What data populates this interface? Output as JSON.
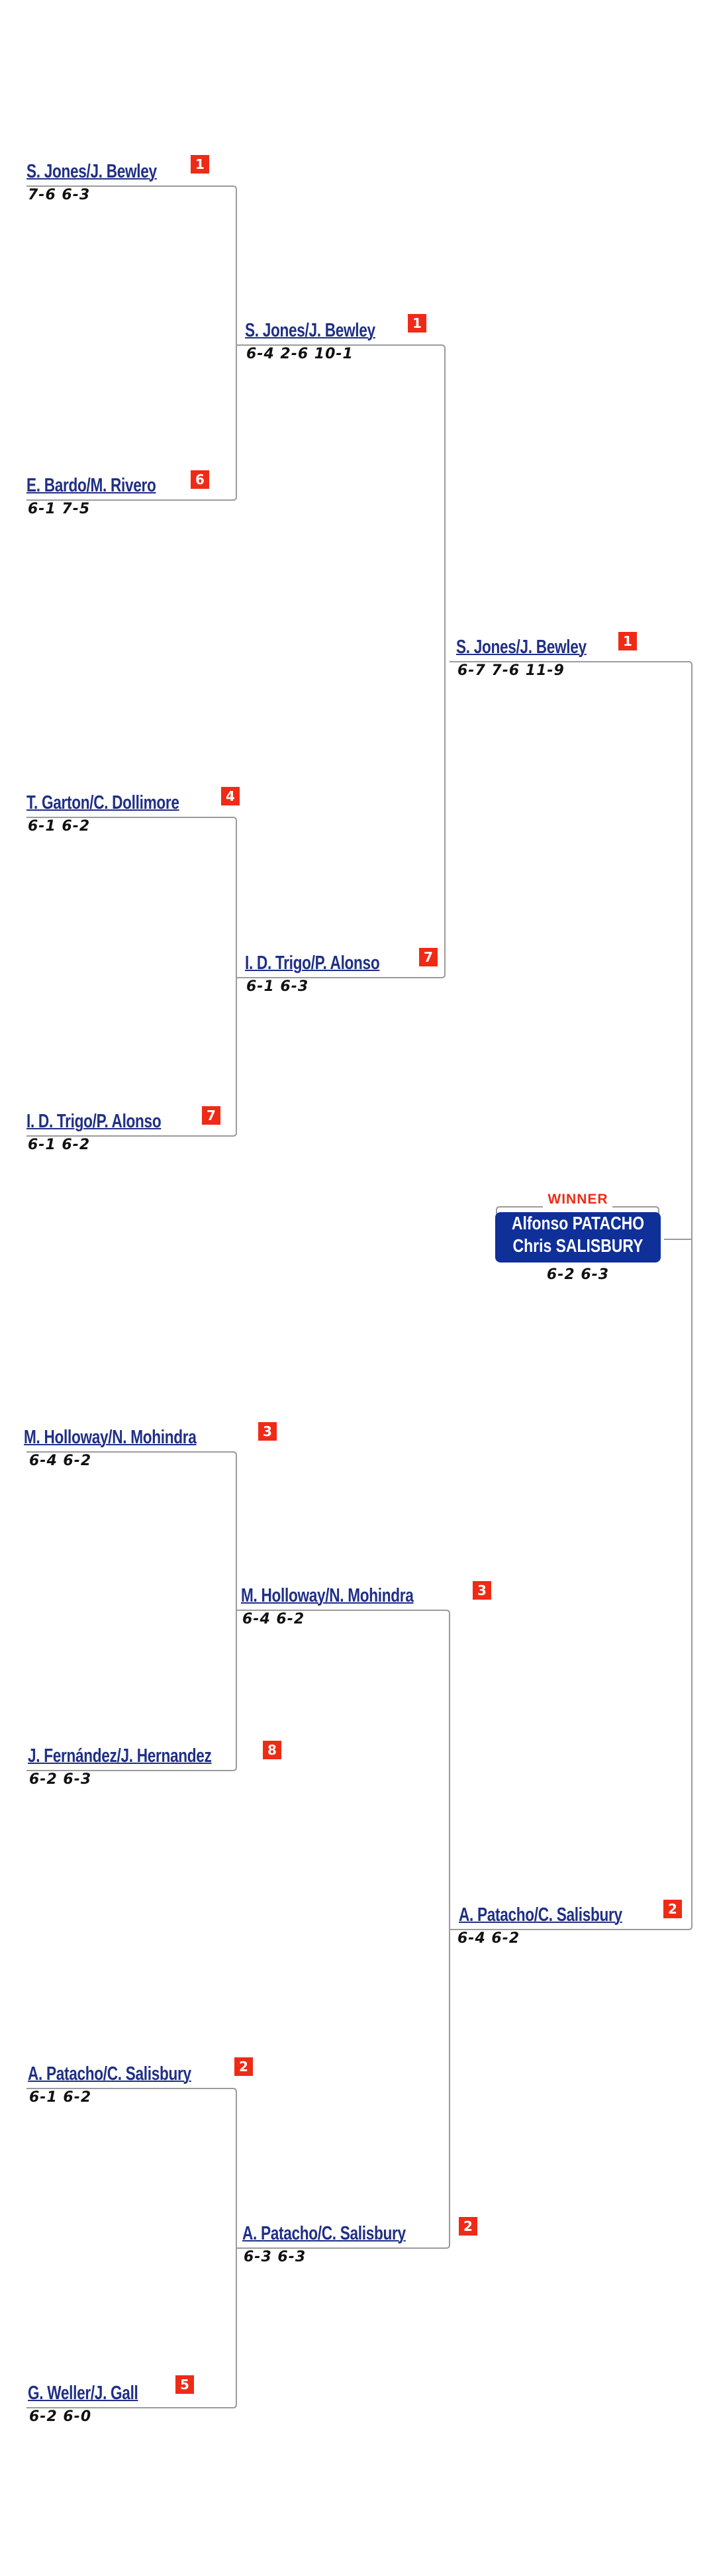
{
  "bracket": {
    "round1": [
      {
        "team": "S. Jones/J. Bewley",
        "seed": "1",
        "score": "7-6 6-3"
      },
      {
        "team": "E. Bardo/M. Rivero",
        "seed": "6",
        "score": "6-1 7-5"
      },
      {
        "team": "T. Garton/C. Dollimore",
        "seed": "4",
        "score": "6-1 6-2"
      },
      {
        "team": "I. D. Trigo/P. Alonso",
        "seed": "7",
        "score": "6-1 6-2"
      },
      {
        "team": "M. Holloway/N. Mohindra",
        "seed": "3",
        "score": "6-4 6-2"
      },
      {
        "team": "J. Fernández/J. Hernandez",
        "seed": "8",
        "score": "6-2 6-3"
      },
      {
        "team": "A. Patacho/C. Salisbury",
        "seed": "2",
        "score": "6-1 6-2"
      },
      {
        "team": "G. Weller/J. Gall",
        "seed": "5",
        "score": "6-2 6-0"
      }
    ],
    "round2": [
      {
        "team": "S. Jones/J. Bewley",
        "seed": "1",
        "score": "6-4 2-6 10-1"
      },
      {
        "team": "I. D. Trigo/P. Alonso",
        "seed": "7",
        "score": "6-1 6-3"
      },
      {
        "team": "M. Holloway/N. Mohindra",
        "seed": "3",
        "score": "6-4 6-2"
      },
      {
        "team": "A. Patacho/C. Salisbury",
        "seed": "2",
        "score": "6-3 6-3"
      }
    ],
    "round3": [
      {
        "team": "S. Jones/J. Bewley",
        "seed": "1",
        "score": "6-7 7-6 11-9"
      },
      {
        "team": "A. Patacho/C. Salisbury",
        "seed": "2",
        "score": "6-4 6-2"
      }
    ],
    "winner": {
      "label": "WINNER",
      "name_line_1": "Alfonso PATACHO",
      "name_line_2": "Chris SALISBURY",
      "score": "6-2 6-3"
    }
  },
  "colors": {
    "accent_red": "#ef2b16",
    "team_blue": "#1f2f86",
    "winner_blue": "#0f2f99",
    "line_gray": "#9b9b9b"
  }
}
